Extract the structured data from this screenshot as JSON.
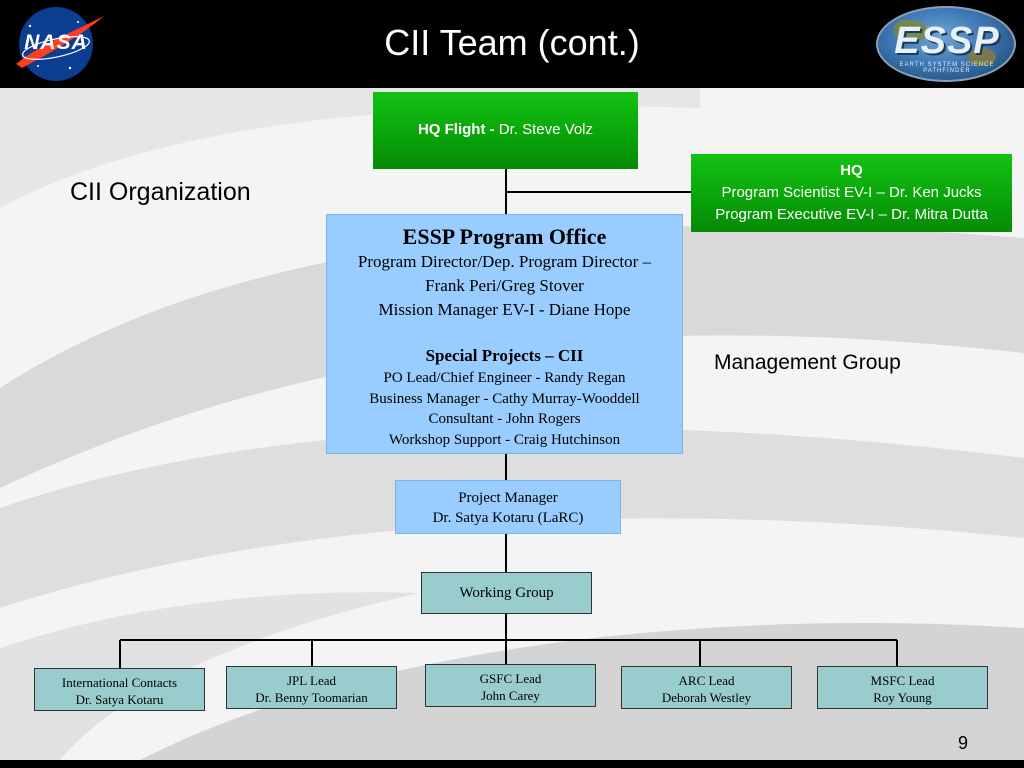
{
  "slide": {
    "title": "CII Team (cont.)",
    "page_number": "9",
    "nasa_logo_text": "NASA",
    "essp_logo_text": "ESSP",
    "essp_logo_subtext": "EARTH SYSTEM SCIENCE PATHFINDER"
  },
  "labels": {
    "organization": "CII Organization",
    "management_group": "Management Group"
  },
  "hq_flight": {
    "label_bold": "HQ Flight - ",
    "name": "Dr. Steve Volz"
  },
  "hq": {
    "title": "HQ",
    "line1": "Program Scientist EV-I – Dr. Ken Jucks",
    "line2": "Program Executive EV-I – Dr. Mitra Dutta"
  },
  "program_office": {
    "title": "ESSP Program Office",
    "line1": "Program Director/Dep. Program Director –",
    "line2": "Frank Peri/Greg Stover",
    "line3": "Mission Manager EV-I - Diane Hope",
    "special_title": "Special Projects – CII",
    "special1": "PO Lead/Chief Engineer - Randy Regan",
    "special2": "Business Manager - Cathy Murray-Wooddell",
    "special3": "Consultant - John Rogers",
    "special4": "Workshop Support - Craig Hutchinson"
  },
  "project_manager": {
    "line1": "Project Manager",
    "line2": "Dr. Satya Kotaru (LaRC)"
  },
  "working_group": {
    "label": "Working Group"
  },
  "leads": [
    {
      "line1": "International Contacts",
      "line2": "Dr. Satya Kotaru"
    },
    {
      "line1": "JPL Lead",
      "line2": "Dr. Benny Toomarian"
    },
    {
      "line1": "GSFC Lead",
      "line2": "John Carey"
    },
    {
      "line1": "ARC Lead",
      "line2": "Deborah Westley"
    },
    {
      "line1": "MSFC Lead",
      "line2": "Roy Young"
    }
  ],
  "colors": {
    "header": "#000000",
    "green_box": "#0aa50a",
    "blue_box": "#99ccff",
    "teal_box": "#99cccc"
  }
}
